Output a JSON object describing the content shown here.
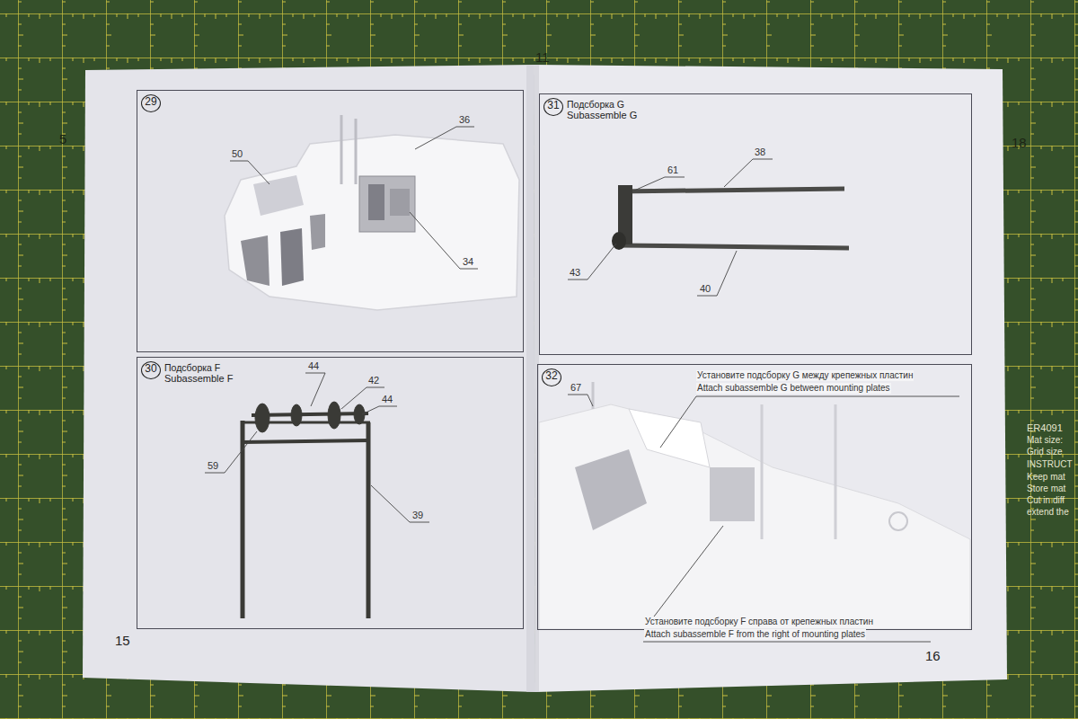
{
  "diagram": {
    "nodes": [
      {
        "text": [
          "29"
        ]
      },
      {
        "text": [
          "30",
          "Подсборка F",
          "Subassemble F"
        ]
      },
      {
        "text": [
          "31",
          "Подсборка G",
          "Subassemble G"
        ]
      },
      {
        "text": [
          "32"
        ]
      }
    ],
    "labels": [
      "11",
      "5",
      "18",
      "ER4091",
      "Mat size:",
      "Grid size",
      "INSTRUCT",
      "Keep mat",
      "Store mat",
      "Cut in diff",
      "extend the",
      "50",
      "36",
      "34",
      "44",
      "42",
      "44",
      "59",
      "39",
      "61",
      "38",
      "43",
      "40",
      "67",
      "Установите подсборку G между крепежных пластин",
      "Attach subassemble G between mounting plates",
      "Установите подсборку F справа от крепежных пластин",
      "Attach subassemble F from the right of mounting plates",
      "15",
      "16"
    ]
  }
}
